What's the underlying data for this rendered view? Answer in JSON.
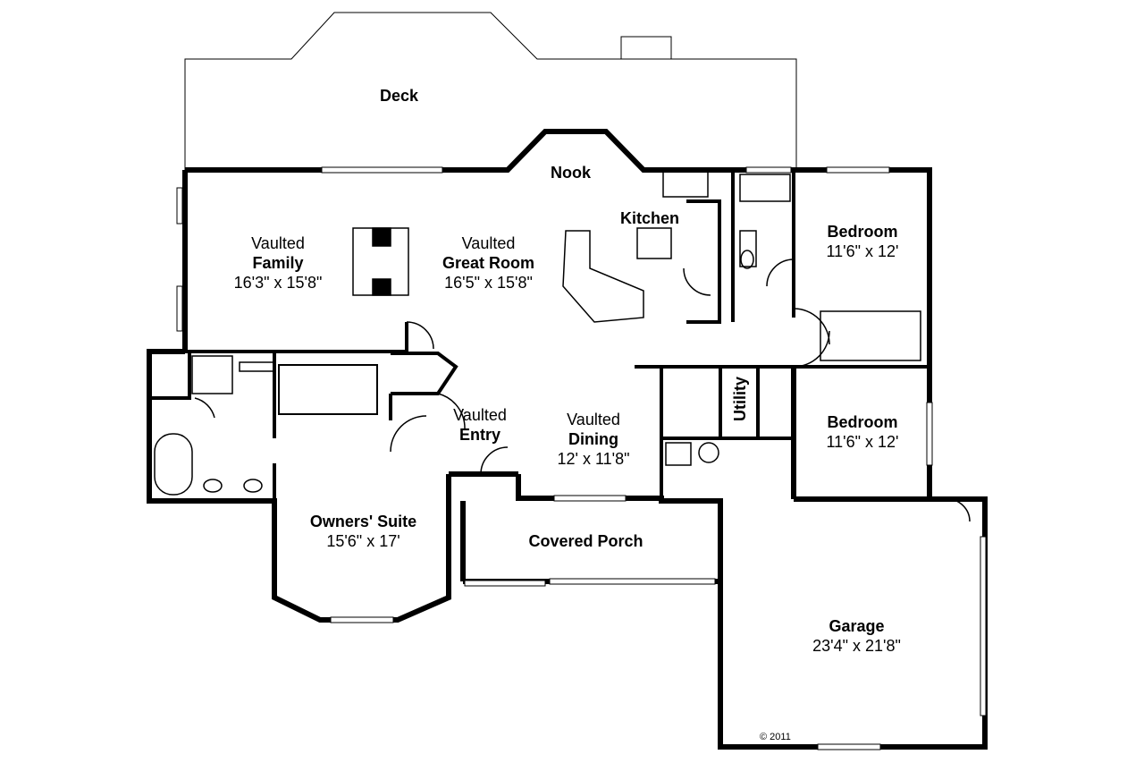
{
  "rooms": {
    "deck": {
      "name": "Deck"
    },
    "nook": {
      "name": "Nook"
    },
    "kitchen": {
      "name": "Kitchen"
    },
    "family": {
      "prefix": "Vaulted",
      "name": "Family",
      "dims": "16'3\" x 15'8\""
    },
    "great_room": {
      "prefix": "Vaulted",
      "name": "Great Room",
      "dims": "16'5\" x 15'8\""
    },
    "bedroom_1": {
      "name": "Bedroom",
      "dims": "11'6\" x 12'"
    },
    "bedroom_2": {
      "name": "Bedroom",
      "dims": "11'6\" x 12'"
    },
    "entry": {
      "prefix": "Vaulted",
      "name": "Entry"
    },
    "dining": {
      "prefix": "Vaulted",
      "name": "Dining",
      "dims": "12' x 11'8\""
    },
    "utility": {
      "name": "Utility"
    },
    "owners_suite": {
      "name": "Owners' Suite",
      "dims": "15'6\" x 17'"
    },
    "covered_porch": {
      "name": "Covered Porch"
    },
    "garage": {
      "name": "Garage",
      "dims": "23'4\" x 21'8\""
    }
  },
  "copyright": "© 2011",
  "colors": {
    "wall": "#000000",
    "background": "#ffffff",
    "line": "#000000"
  }
}
